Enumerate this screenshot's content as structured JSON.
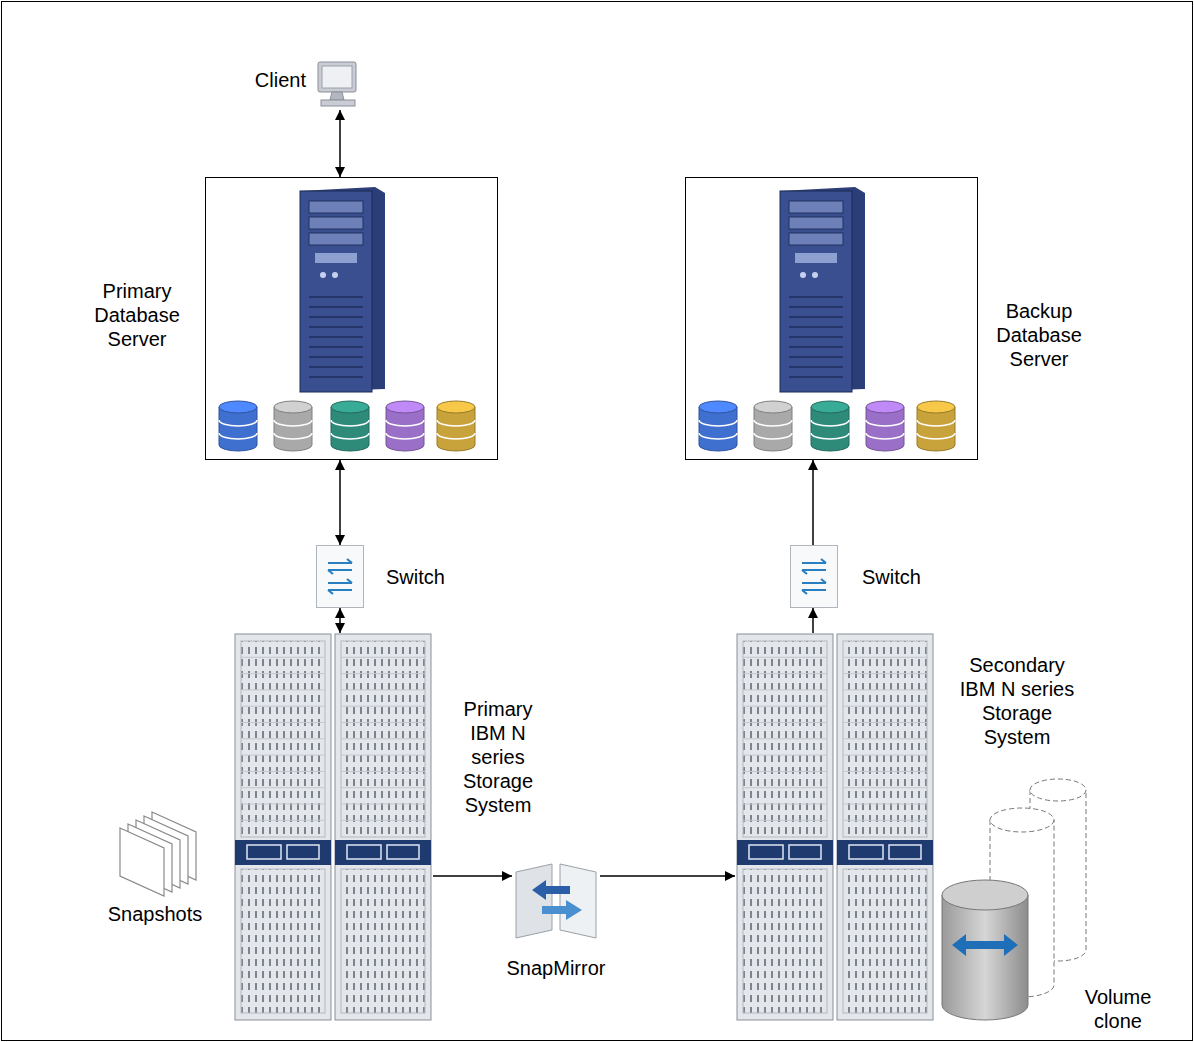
{
  "diagram": {
    "nodes": [
      {
        "text": [
          "Client"
        ]
      },
      {
        "text": [
          "Primary Database Server"
        ]
      },
      {
        "text": [
          "Backup Database Server"
        ]
      },
      {
        "text": [
          "Switch"
        ]
      },
      {
        "text": [
          "Switch"
        ]
      },
      {
        "text": [
          "Primary IBM N series Storage System"
        ]
      },
      {
        "text": [
          "SnapMirror"
        ]
      },
      {
        "text": [
          "Secondary IBM N series Storage System"
        ]
      }
    ],
    "edges": [
      {
        "from": 0,
        "to": 1,
        "arrow": "both"
      },
      {
        "from": 1,
        "to": 3,
        "arrow": "both"
      },
      {
        "from": 3,
        "to": 5,
        "arrow": "both"
      },
      {
        "from": 5,
        "to": 6,
        "arrow": "to"
      },
      {
        "from": 6,
        "to": 7,
        "arrow": "to"
      },
      {
        "from": 7,
        "to": 4,
        "arrow": "to"
      },
      {
        "from": 4,
        "to": 2,
        "arrow": "to"
      }
    ],
    "labels": [
      "Snapshots",
      "Volume clone"
    ]
  }
}
